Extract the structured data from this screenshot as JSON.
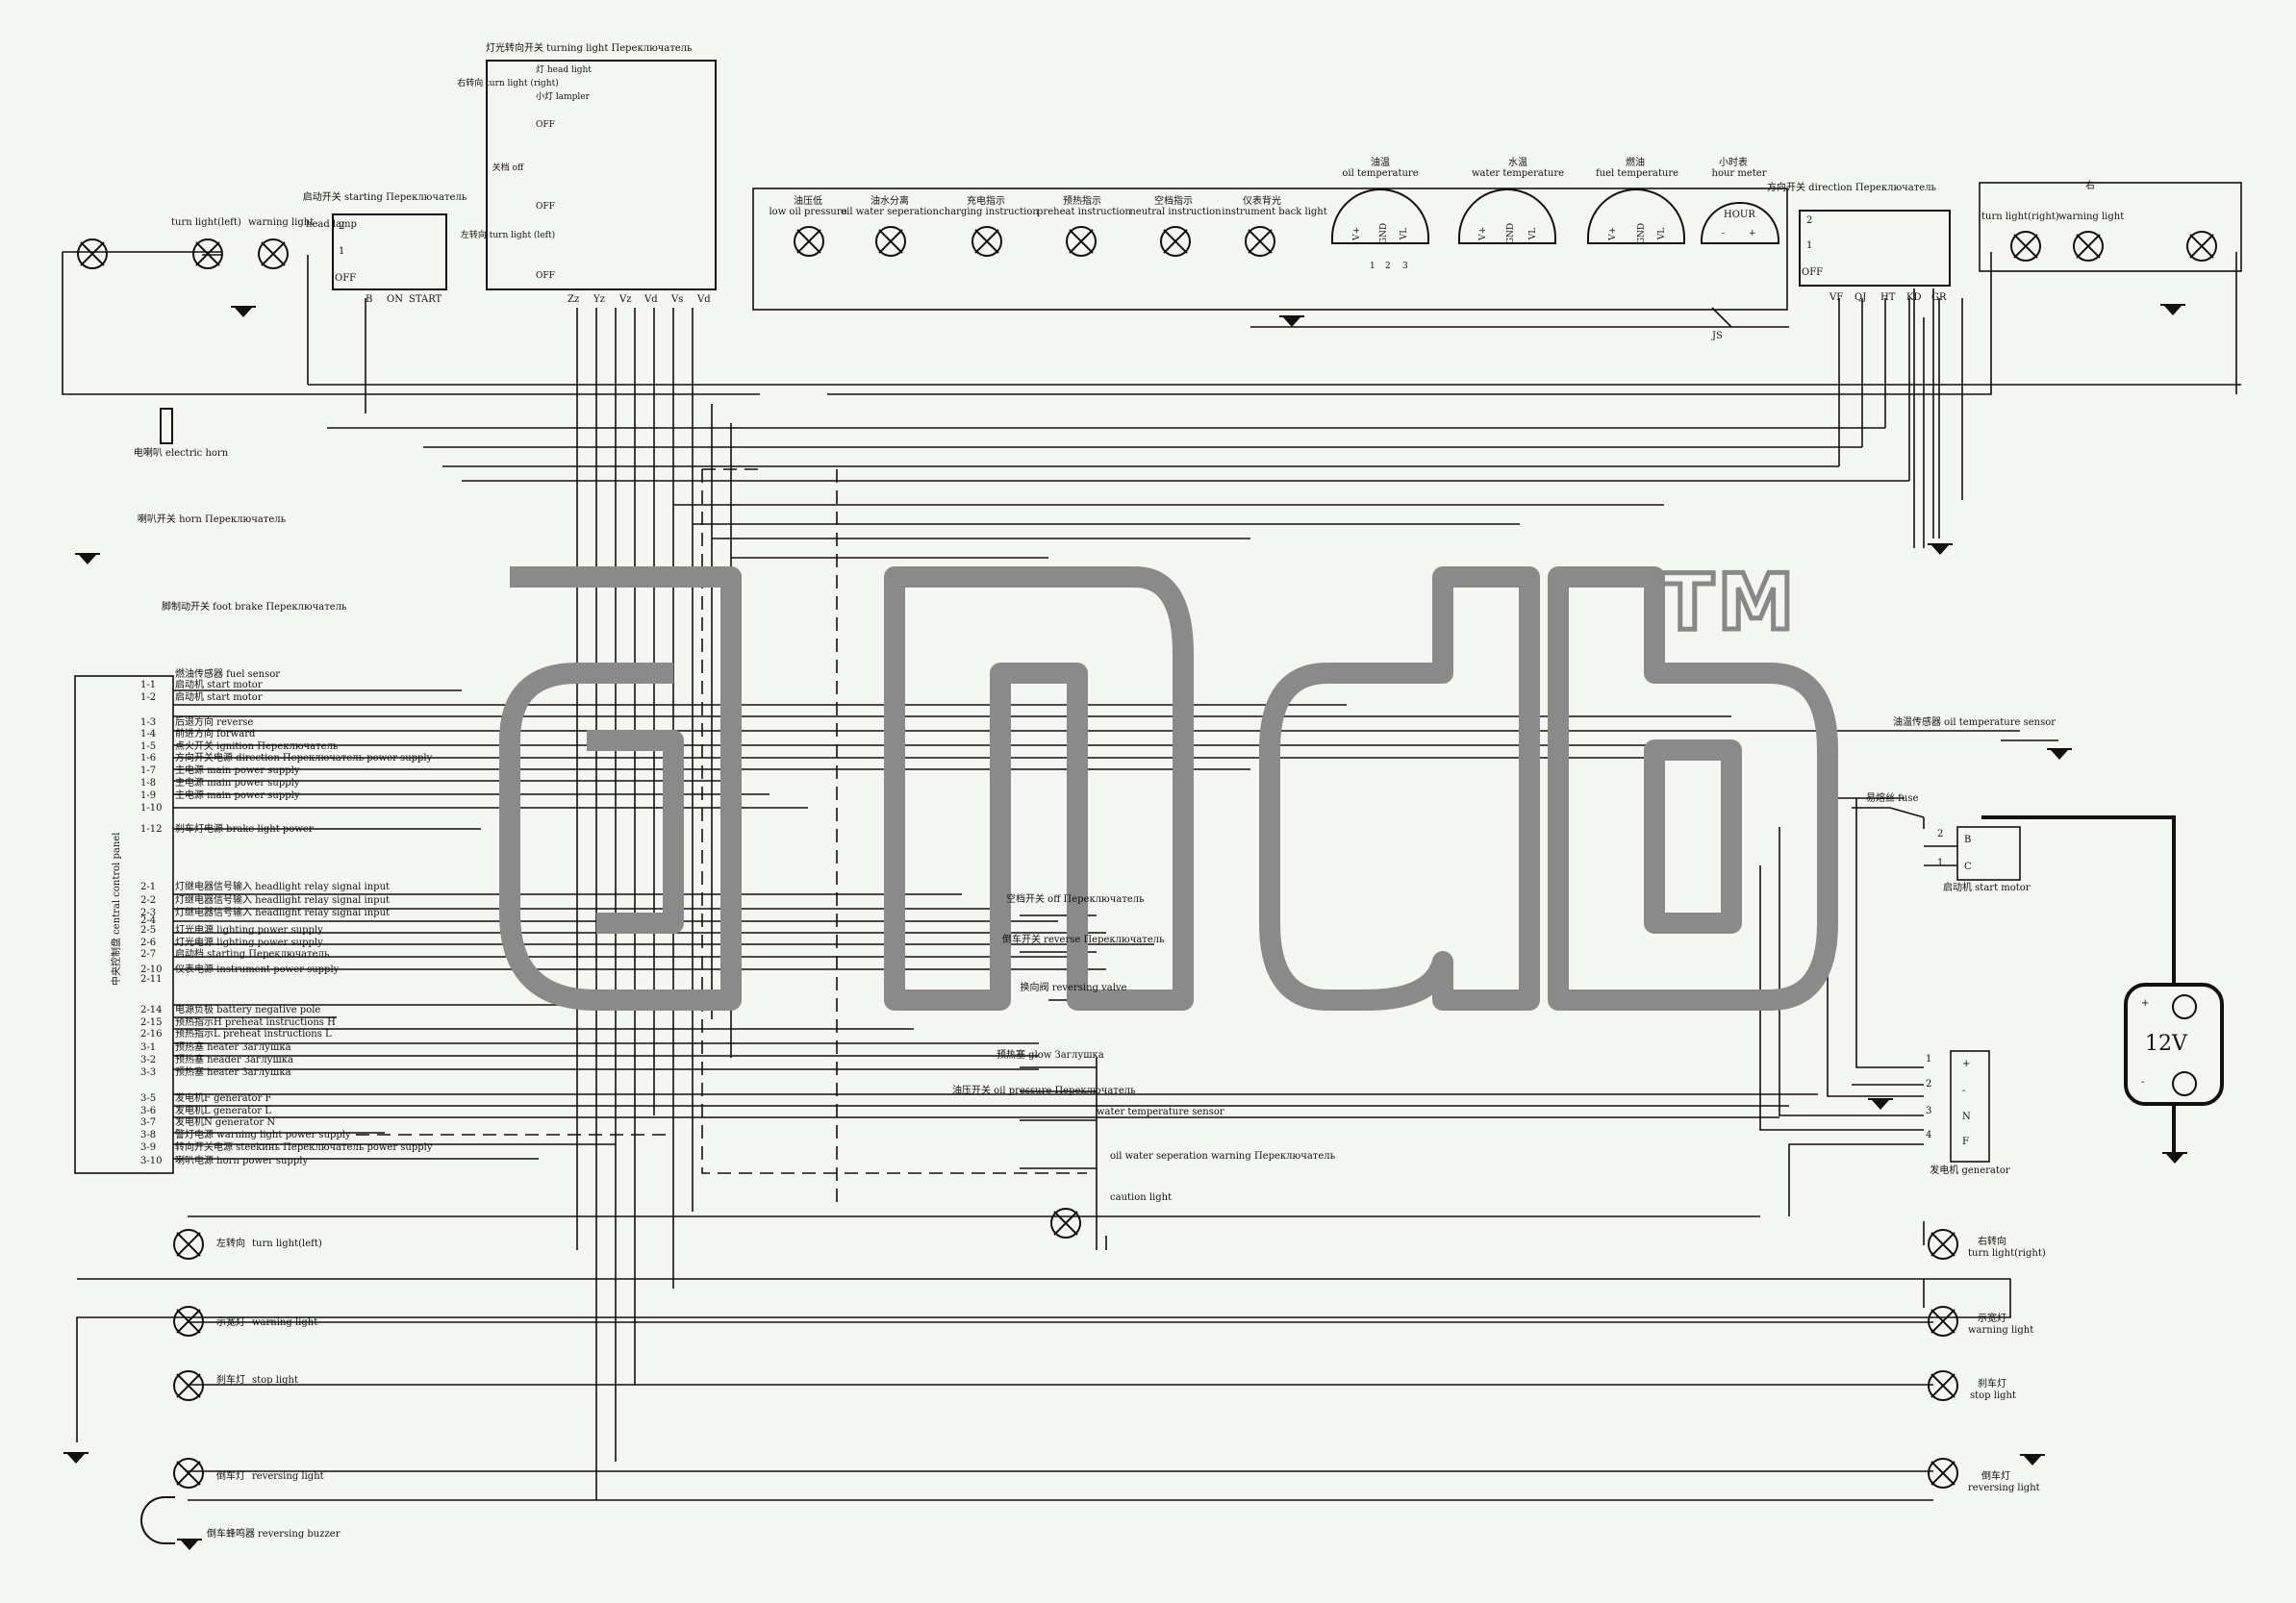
{
  "title": {
    "turning_switch": "灯光转向开关 turning light Переключатель"
  },
  "turn_switch_rows": {
    "right": "右转向 turn light (right)",
    "off_mid": "关档 off",
    "left": "左转向 turn light (left)",
    "head_light": "灯 head light",
    "lampler": "小灯 lampler",
    "off": "OFF"
  },
  "turn_switch_terminals": [
    "Zz",
    "Yz",
    "Vz",
    "Vd",
    "Vs",
    "Vd"
  ],
  "starting_switch": {
    "title": "启动开关 starting Переключатель",
    "rows": [
      "2",
      "1",
      "OFF"
    ],
    "terminals": [
      "B",
      "ON",
      "START"
    ]
  },
  "direction_switch": {
    "title": "方向开关 direction Переключатель",
    "rows": [
      "2",
      "1",
      "OFF"
    ],
    "terminals": [
      "VF",
      "QJ",
      "HT",
      "KD",
      "GR"
    ]
  },
  "front_lamps_left": {
    "turn": "turn light(left)",
    "warning": "warning light",
    "head": "head lamp"
  },
  "front_lamps_right": {
    "label": "右",
    "turn": "turn light(right)",
    "warning": "warning light"
  },
  "indicators": [
    {
      "cn": "油压低",
      "en": "low oil pressure"
    },
    {
      "cn": "油水分离",
      "en": "oil water seperation"
    },
    {
      "cn": "充电指示",
      "en": "charging instruction"
    },
    {
      "cn": "预热指示",
      "en": "preheat instruction"
    },
    {
      "cn": "空档指示",
      "en": "neutral instruction"
    },
    {
      "cn": "仪表背光",
      "en": "instrument back light"
    }
  ],
  "gauges": [
    {
      "cn": "油温",
      "en": "oil temperature",
      "marks": [
        "V+",
        "GND",
        "VL"
      ]
    },
    {
      "cn": "水温",
      "en": "water temperature",
      "marks": [
        "V+",
        "GND",
        "VL"
      ]
    },
    {
      "cn": "燃油",
      "en": "fuel temperature",
      "marks": [
        "V+",
        "GND",
        "VL"
      ]
    },
    {
      "cn": "小时表",
      "en": "hour meter",
      "marks": [
        "HOUR",
        "-",
        "+"
      ]
    }
  ],
  "gauge_pins": [
    "1",
    "2",
    "3"
  ],
  "js_label": "JS",
  "horn": {
    "label": "电喇叭 electric horn",
    "switch": "喇叭开关 horn Переключатель"
  },
  "foot_brake": "脚制动开关 foot brake Переключатель",
  "panel": {
    "label": "中央控制盘 central control panel"
  },
  "panel_pins": [
    {
      "pin": "",
      "text": "燃油传感器 fuel sensor"
    },
    {
      "pin": "1-1",
      "text": "启动机 start motor"
    },
    {
      "pin": "1-2",
      "text": "启动机 start motor"
    },
    {
      "pin": "1-3",
      "text": "后退方向 reverse"
    },
    {
      "pin": "1-4",
      "text": "前进方向 forward"
    },
    {
      "pin": "1-5",
      "text": "点火开关 ignition Переключатель"
    },
    {
      "pin": "1-6",
      "text": "方向开关电源 direction Переключатель power supply"
    },
    {
      "pin": "1-7",
      "text": "主电源 main power supply"
    },
    {
      "pin": "1-8",
      "text": "主电源 main power supply"
    },
    {
      "pin": "1-9",
      "text": "主电源 main power supply"
    },
    {
      "pin": "1-10",
      "text": ""
    },
    {
      "pin": "1-12",
      "text": "刹车灯电源 brake light power"
    },
    {
      "pin": "2-1",
      "text": "灯继电器信号输入 headlight relay signal input"
    },
    {
      "pin": "2-2",
      "text": "灯继电器信号输入 headlight relay signal input"
    },
    {
      "pin": "2-3",
      "text": "灯继电器信号输入 headlight relay signal input"
    },
    {
      "pin": "2-4",
      "text": ""
    },
    {
      "pin": "2-5",
      "text": "灯光电源 lighting power supply"
    },
    {
      "pin": "2-6",
      "text": "灯光电源 lighting power supply"
    },
    {
      "pin": "2-7",
      "text": "启动档 starting Переключатель"
    },
    {
      "pin": "2-10",
      "text": "仪表电源 instrument power supply"
    },
    {
      "pin": "2-11",
      "text": ""
    },
    {
      "pin": "2-14",
      "text": "电源负极 battery negative pole"
    },
    {
      "pin": "2-15",
      "text": "预热指示H preheat instructions H"
    },
    {
      "pin": "2-16",
      "text": "预热指示L preheat instructions L"
    },
    {
      "pin": "3-1",
      "text": "预热塞 heater Заглушка"
    },
    {
      "pin": "3-2",
      "text": "预热塞 header Заглушка"
    },
    {
      "pin": "3-3",
      "text": "预热塞 heater Заглушка"
    },
    {
      "pin": "3-5",
      "text": "发电机F generator F"
    },
    {
      "pin": "3-6",
      "text": "发电机L generator L"
    },
    {
      "pin": "3-7",
      "text": "发电机N generator N"
    },
    {
      "pin": "3-8",
      "text": "警灯电源 warning light power supply"
    },
    {
      "pin": "3-9",
      "text": "转向开关电源 steekинь Переключатель power supply"
    },
    {
      "pin": "3-10",
      "text": "喇叭电源 horn power supply"
    }
  ],
  "middle": {
    "off_switch": "空档开关 off Переключатель",
    "reverse_switch": "倒车开关 reverse Переключатель",
    "reversing_valve": "换向阀 reversing valve",
    "glow": "预热塞 glow Заглушка",
    "oil_pressure": "油压开关 oil pressure Переключатель",
    "water_temp_sensor": "water temperature sensor",
    "oil_water_warning": "oil water seperation warning Переключатель",
    "caution_light": "caution light"
  },
  "right_side": {
    "oil_temp_sensor": "油温传感器 oil temperature sensor",
    "fuse": "易熔丝 fuse",
    "start_motor": "启动机 start motor",
    "start_motor_terms": [
      "B",
      "C"
    ],
    "start_motor_pins": [
      "2",
      "1"
    ],
    "generator": "发电机 generator",
    "generator_terms": [
      "+",
      "-",
      "N",
      "F"
    ],
    "generator_pins": [
      "1",
      "2",
      "3",
      "4"
    ],
    "battery": "12V",
    "battery_terms": [
      "+",
      "-"
    ]
  },
  "rear_left": [
    {
      "cn": "左转向",
      "en": "turn light(left)"
    },
    {
      "cn": "示宽灯",
      "en": "warning light"
    },
    {
      "cn": "刹车灯",
      "en": "stop light"
    },
    {
      "cn": "倒车灯",
      "en": "reversing light"
    },
    {
      "cn": "倒车蜂鸣器",
      "en": "reversing buzzer"
    }
  ],
  "rear_right": [
    {
      "cn": "右转向",
      "en": "turn light(right)"
    },
    {
      "cn": "示宽灯",
      "en": "warning light"
    },
    {
      "cn": "刹车灯",
      "en": "stop light"
    },
    {
      "cn": "倒车灯",
      "en": "reversing light"
    }
  ],
  "watermark": {
    "tm": "TM"
  }
}
